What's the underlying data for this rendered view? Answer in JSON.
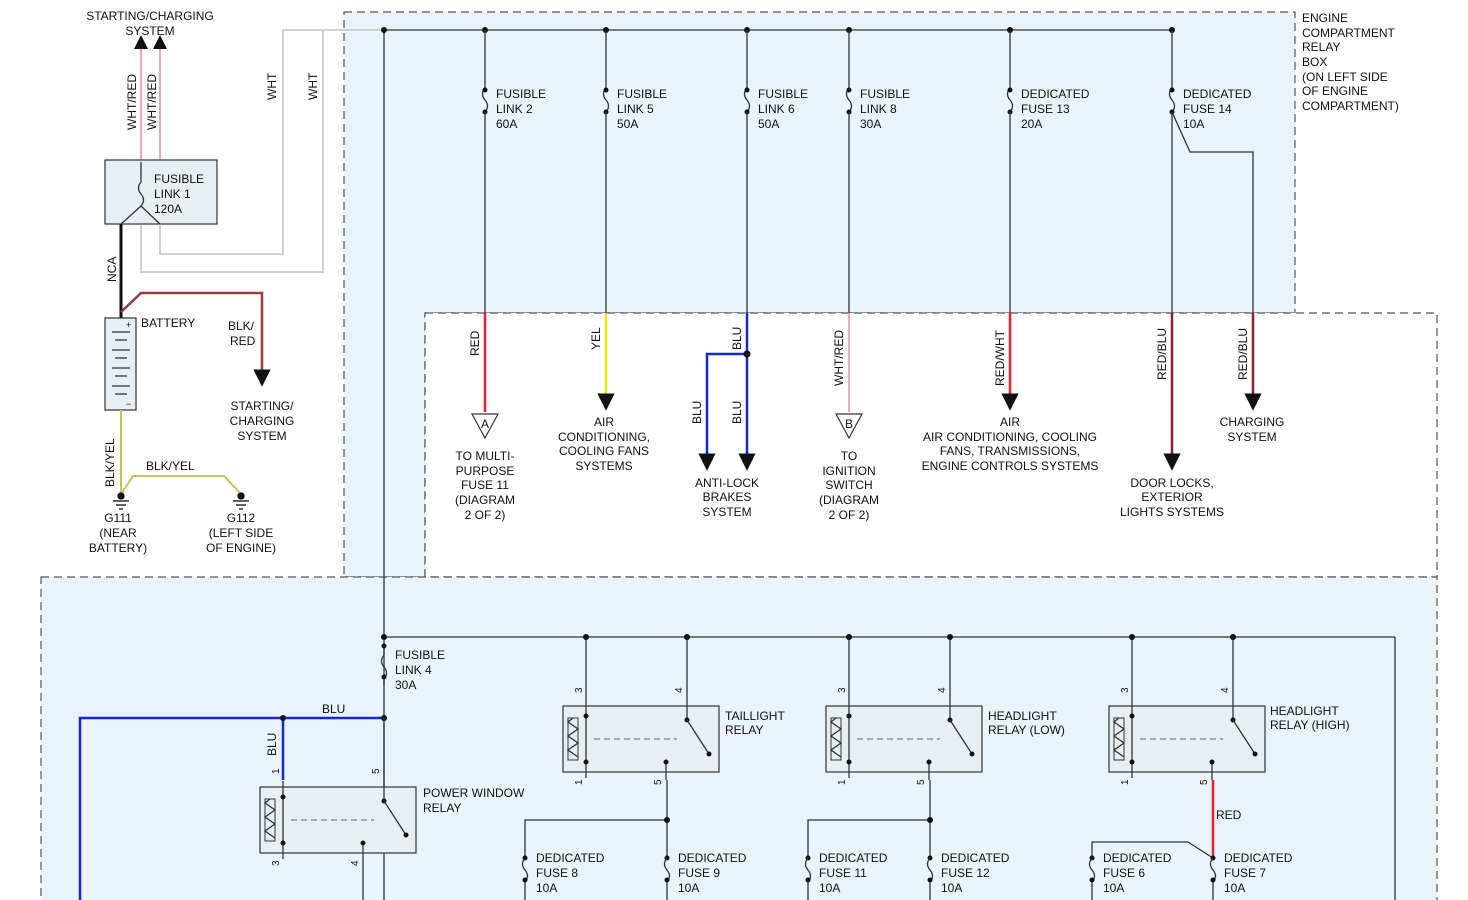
{
  "colors": {
    "red": "#e8202a",
    "blue": "#1428d8",
    "yellow": "#f2e600",
    "pink": "#f0a8ad",
    "maroon": "#8a2030",
    "brownred": "#9a3a3a",
    "white_wire": "#d8d8d8",
    "olive": "#c8c060",
    "black": "#111111",
    "box_fill": "#e9f3f9"
  },
  "top_left": {
    "starting_charging": "STARTING/CHARGING",
    "system": "SYSTEM",
    "wht_red_1": "WHT/RED",
    "wht_red_2": "WHT/RED",
    "wht_1": "WHT",
    "wht_2": "WHT",
    "fusible_link_1": [
      "FUSIBLE",
      "LINK 1",
      "120A"
    ],
    "nca": "NCA",
    "battery": "BATTERY",
    "blk_red": [
      "BLK/",
      "RED"
    ],
    "starting_charging_system_2": [
      "STARTING/",
      "CHARGING",
      "SYSTEM"
    ],
    "blk_yel_vertical": "BLK/YEL",
    "blk_yel_horizontal": "BLK/YEL",
    "g111": [
      "G111",
      "(NEAR",
      "BATTERY)"
    ],
    "g112": [
      "G112",
      "(LEFT SIDE",
      "OF ENGINE)"
    ]
  },
  "engine_box": {
    "label": [
      "ENGINE",
      "COMPARTMENT",
      "RELAY",
      "BOX",
      "(ON LEFT SIDE",
      "OF ENGINE",
      "COMPARTMENT)"
    ],
    "fuses": [
      [
        "FUSIBLE",
        "LINK 2",
        "60A"
      ],
      [
        "FUSIBLE",
        "LINK 5",
        "50A"
      ],
      [
        "FUSIBLE",
        "LINK 6",
        "50A"
      ],
      [
        "FUSIBLE",
        "LINK 8",
        "30A"
      ],
      [
        "DEDICATED",
        "FUSE 13",
        "20A"
      ],
      [
        "DEDICATED",
        "FUSE 14",
        "10A"
      ]
    ]
  },
  "outputs": {
    "red": "RED",
    "yel": "YEL",
    "blu_1": "BLU",
    "blu_2": "BLU",
    "blu_3": "BLU",
    "wht_red": "WHT/RED",
    "red_wht": "RED/WHT",
    "red_blu_1": "RED/BLU",
    "red_blu_2": "RED/BLU",
    "connector_a": "A",
    "connector_b": "B",
    "dest_multi_purpose": [
      "TO MULTI-",
      "PURPOSE",
      "FUSE 11",
      "(DIAGRAM",
      "2 OF 2)"
    ],
    "dest_ac_cooling": [
      "AIR",
      "CONDITIONING,",
      "COOLING FANS",
      "SYSTEMS"
    ],
    "dest_abs": [
      "ANTI-LOCK",
      "BRAKES",
      "SYSTEM"
    ],
    "dest_ignition": [
      "TO",
      "IGNITION",
      "SWITCH",
      "(DIAGRAM",
      "2 OF 2)"
    ],
    "dest_air_engine": [
      "AIR",
      "AIR CONDITIONING, COOLING",
      "FANS, TRANSMISSIONS,",
      "ENGINE CONTROLS SYSTEMS"
    ],
    "dest_door_locks": [
      "DOOR LOCKS,",
      "EXTERIOR",
      "LIGHTS SYSTEMS"
    ],
    "dest_charging": [
      "CHARGING",
      "SYSTEM"
    ]
  },
  "lower_box": {
    "fusible_link_4": [
      "FUSIBLE",
      "LINK 4",
      "30A"
    ],
    "blu_h": "BLU",
    "blu_v": "BLU",
    "power_window_relay": [
      "POWER WINDOW",
      "RELAY"
    ],
    "taillight_relay": [
      "TAILLIGHT",
      "RELAY"
    ],
    "headlight_low": [
      "HEADLIGHT",
      "RELAY (LOW)"
    ],
    "headlight_high": [
      "HEADLIGHT",
      "RELAY (HIGH)"
    ],
    "pins": {
      "p1": "1",
      "p3": "3",
      "p4": "4",
      "p5": "5"
    },
    "red_label": "RED",
    "dedicated_fuses": [
      [
        "DEDICATED",
        "FUSE 8",
        "10A"
      ],
      [
        "DEDICATED",
        "FUSE 9",
        "10A"
      ],
      [
        "DEDICATED",
        "FUSE 11",
        "10A"
      ],
      [
        "DEDICATED",
        "FUSE 12",
        "10A"
      ],
      [
        "DEDICATED",
        "FUSE 6",
        "10A"
      ],
      [
        "DEDICATED",
        "FUSE 7",
        "10A"
      ]
    ]
  }
}
